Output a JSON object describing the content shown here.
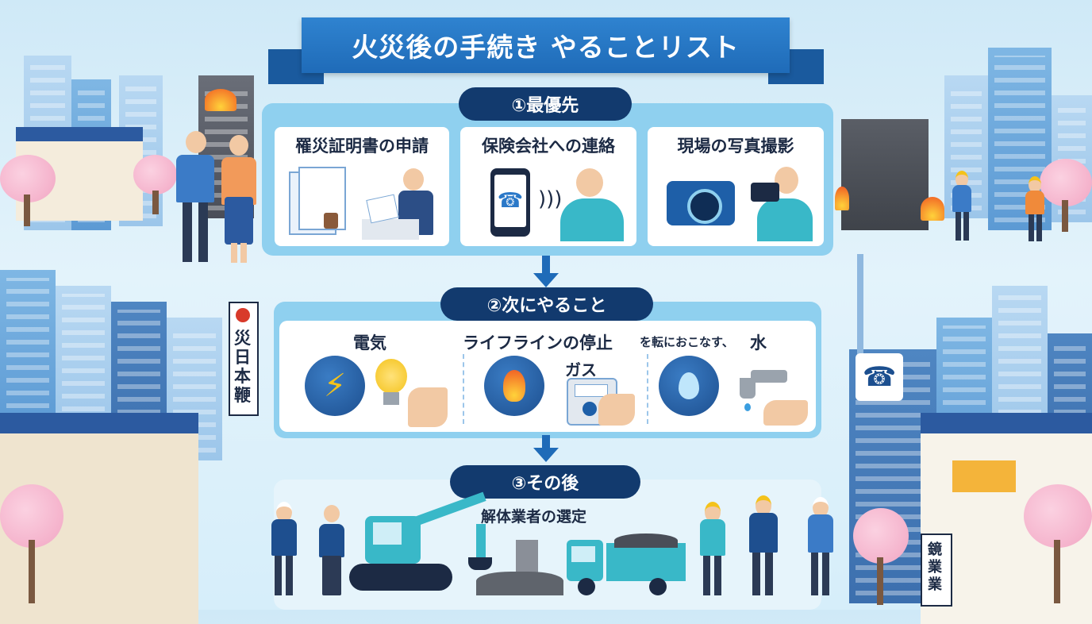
{
  "title": "火災後の手続き やることリスト",
  "step1": {
    "label": "①最優先",
    "cards": [
      {
        "title": "罹災証明書の申請",
        "icon": "document-stamp-icon"
      },
      {
        "title": "保険会社への連絡",
        "icon": "phone-call-icon"
      },
      {
        "title": "現場の写真撮影",
        "icon": "camera-icon"
      }
    ]
  },
  "step2": {
    "label": "②次にやること",
    "heading_electric": "電気",
    "heading_main": "ライフラインの停止",
    "heading_note": "を転におこなす、",
    "heading_water": "水",
    "heading_gas": "ガス",
    "icons": [
      "lightning-icon",
      "light-bulb-icon",
      "flame-icon",
      "gas-meter-icon",
      "water-drop-icon",
      "faucet-icon"
    ]
  },
  "step3": {
    "label": "③その後",
    "heading": "解体業者の選定",
    "icons": [
      "excavator-icon",
      "dump-truck-icon"
    ]
  },
  "signs": {
    "left": "災日本鞭",
    "right": "鏡業業"
  },
  "colors": {
    "banner": "#1f6bb8",
    "pill": "#123a6e",
    "section": "#8fd0ef",
    "accent_fire": "#f05a23"
  }
}
